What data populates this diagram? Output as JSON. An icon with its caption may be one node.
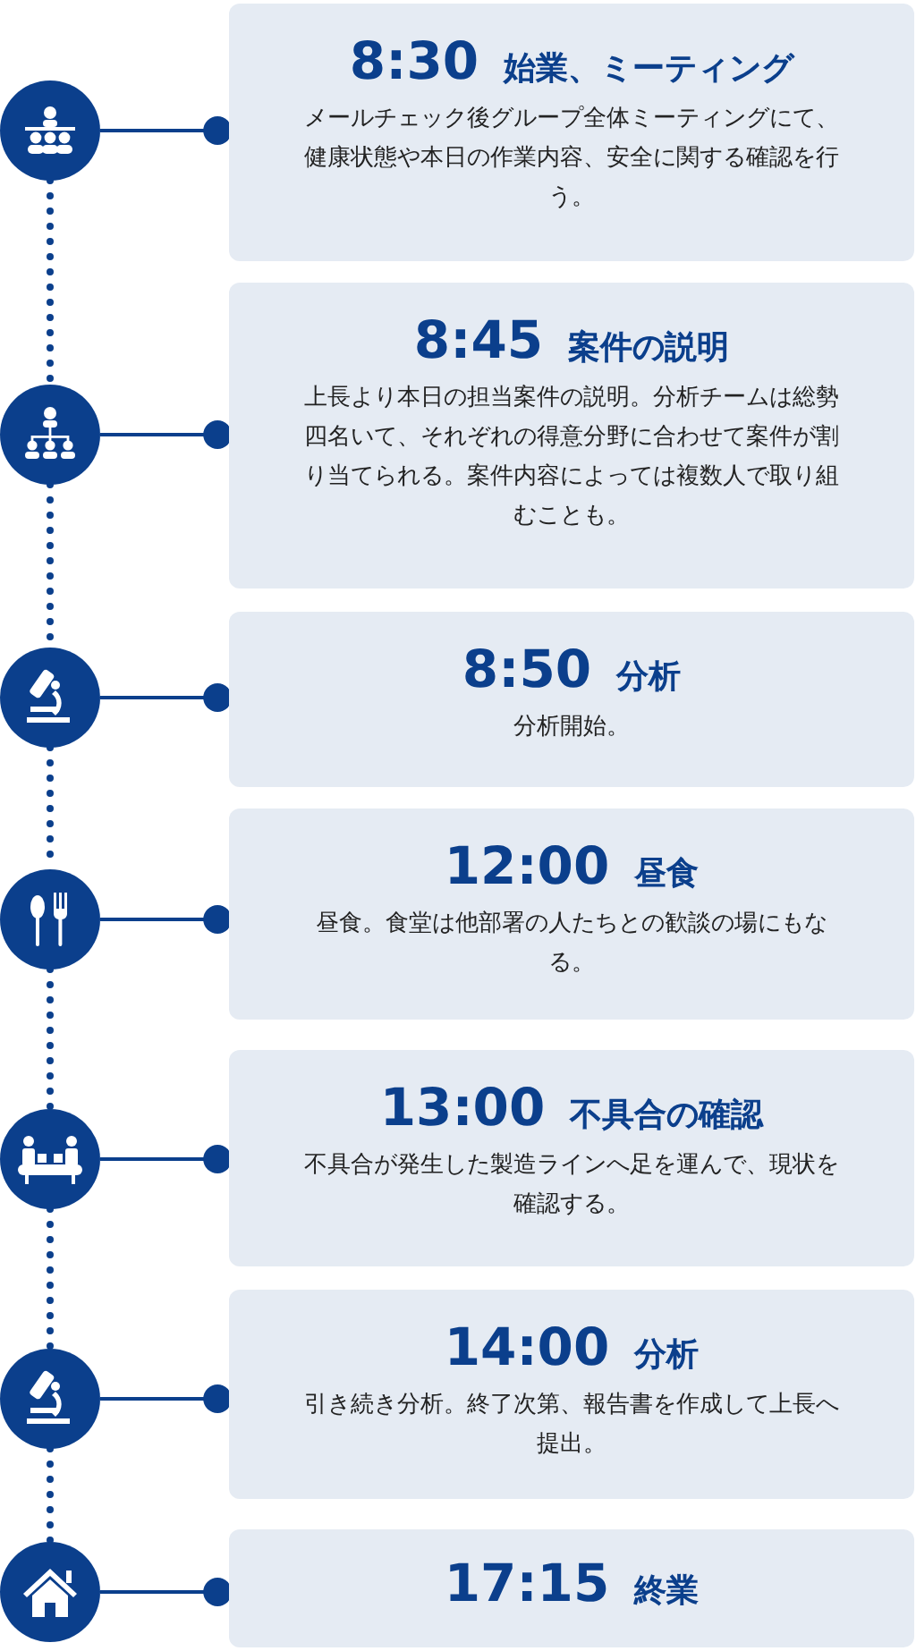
{
  "diagram": {
    "nodes": [
      {
        "text": [],
        "shape": "circle"
      },
      {
        "text": [
          "8:30",
          "始業、ミーティング",
          "メールチェック後グループ全体ミーティングにて、健康状態や本日の作業内容、安全に関する確認を行う。"
        ]
      },
      {
        "text": [],
        "shape": "circle"
      },
      {
        "text": [
          "8:45",
          "案件の説明",
          "上長より本日の担当案件の説明。分析チームは総勢四名いて、それぞれの得意分野に合わせて案件が割り当てられる。案件内容によっては複数人で取り組むことも。"
        ]
      },
      {
        "text": [],
        "shape": "circle"
      },
      {
        "text": [
          "8:50",
          "分析",
          "分析開始。"
        ]
      },
      {
        "text": [],
        "shape": "circle"
      },
      {
        "text": [
          "12:00",
          "昼食",
          "昼食。食堂は他部署の人たちとの歓談の場にもなる。"
        ]
      },
      {
        "text": [],
        "shape": "circle"
      },
      {
        "text": [
          "13:00",
          "不具合の確認",
          "不具合が発生した製造ラインへ足を運んで、現状を確認する。"
        ]
      },
      {
        "text": [],
        "shape": "circle"
      },
      {
        "text": [
          "14:00",
          "分析",
          "引き続き分析。終了次第、報告書を作成して上長へ提出。"
        ]
      },
      {
        "text": [],
        "shape": "circle"
      },
      {
        "text": [
          "17:15",
          "終業"
        ]
      }
    ],
    "edges": [
      {
        "from": 0,
        "to": 1,
        "arrow": "other"
      },
      {
        "from": 2,
        "to": 3,
        "arrow": "other"
      },
      {
        "from": 4,
        "to": 5,
        "arrow": "other"
      },
      {
        "from": 6,
        "to": 7,
        "arrow": "other"
      },
      {
        "from": 8,
        "to": 9,
        "arrow": "other"
      },
      {
        "from": 10,
        "to": 11,
        "arrow": "other"
      },
      {
        "from": 12,
        "to": 13,
        "arrow": "other"
      },
      {
        "from": 0,
        "to": 2,
        "arrow": "none",
        "style": "dashed"
      },
      {
        "from": 2,
        "to": 4,
        "arrow": "none",
        "style": "dashed"
      },
      {
        "from": 4,
        "to": 6,
        "arrow": "none",
        "style": "dashed"
      },
      {
        "from": 6,
        "to": 8,
        "arrow": "none",
        "style": "dashed"
      },
      {
        "from": 8,
        "to": 10,
        "arrow": "none",
        "style": "dashed"
      },
      {
        "from": 10,
        "to": 12,
        "arrow": "none",
        "style": "dashed"
      }
    ]
  }
}
